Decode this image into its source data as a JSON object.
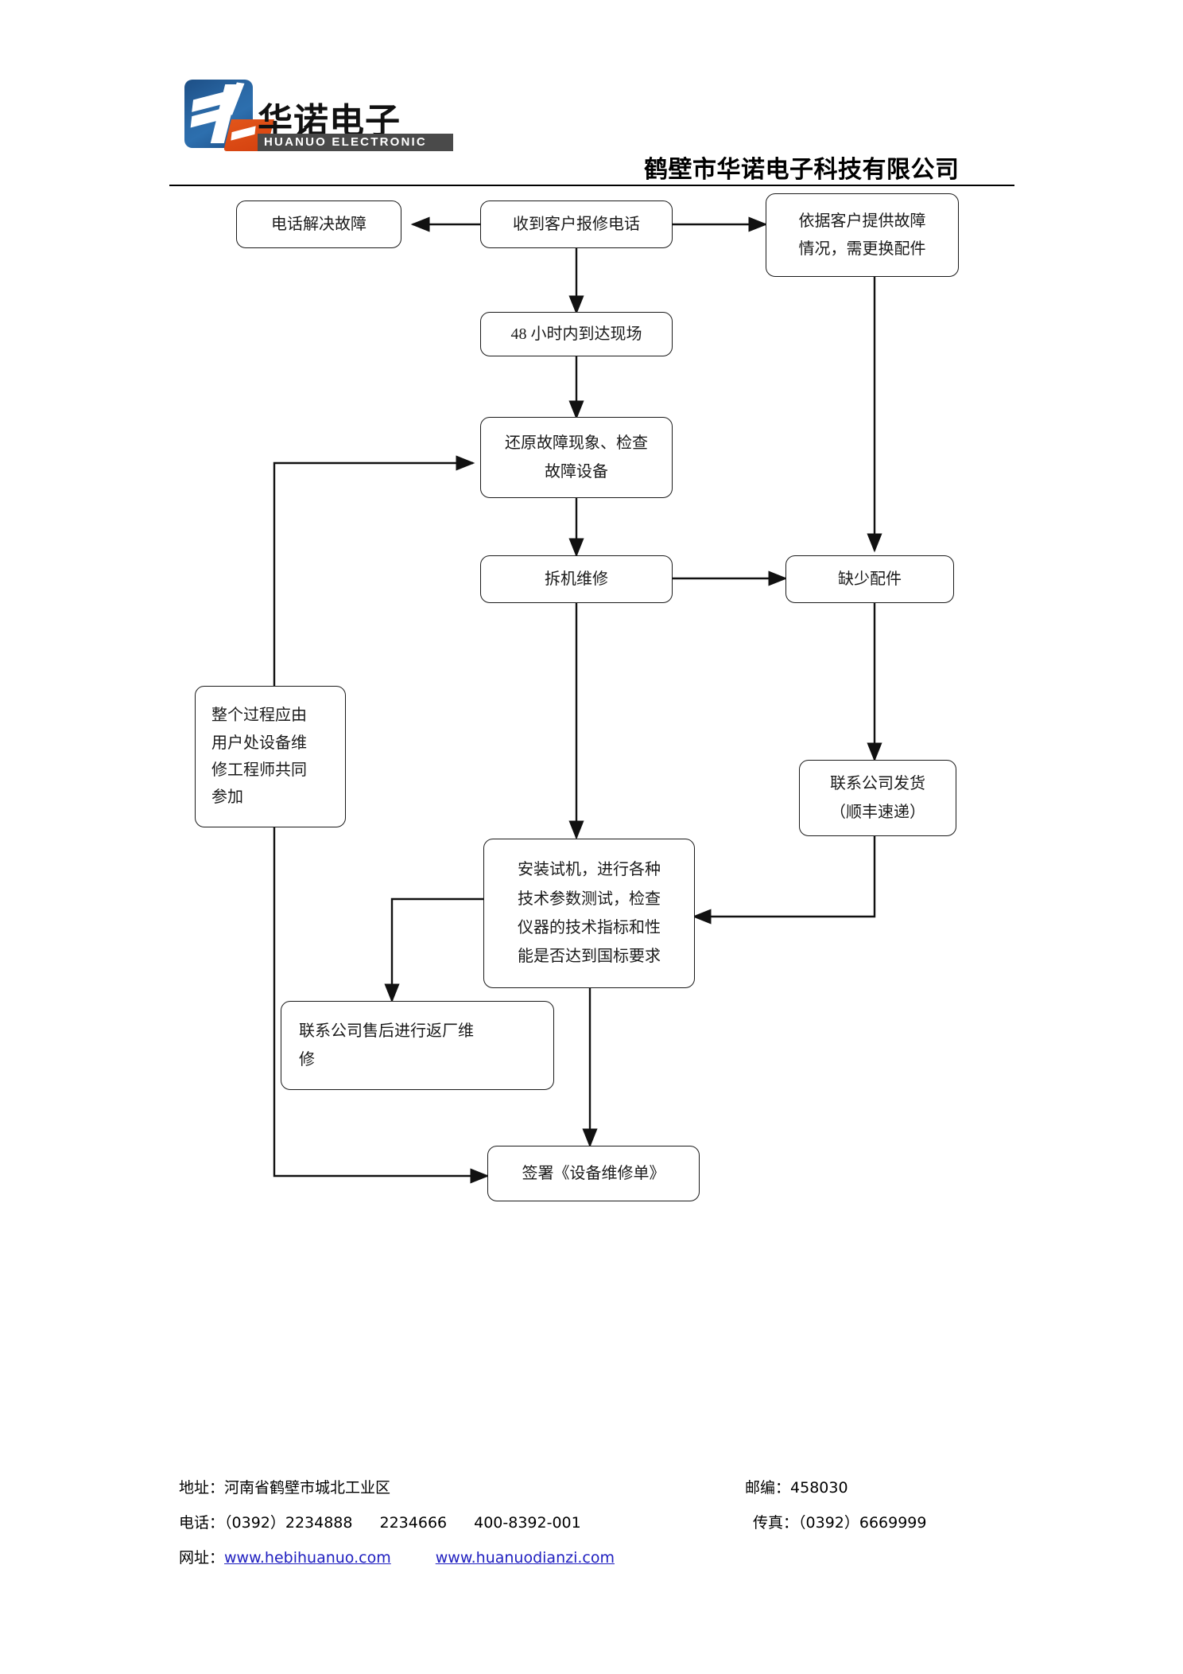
{
  "header": {
    "logo_cn": "华诺电子",
    "logo_en": "HUANUO ELECTRONIC",
    "company_title": "鹤壁市华诺电子科技有限公司"
  },
  "flowchart": {
    "nodes": {
      "phone_fix": "电话解决故障",
      "receive_call": "收到客户报修电话",
      "need_parts": "依据客户提供故障情况，需更换配件",
      "arrive_48h": "48 小时内到达现场",
      "restore_check": "还原故障现象、检查故障设备",
      "disassemble_repair": "拆机维修",
      "missing_parts": "缺少配件",
      "engineer_note": "整个过程应由用户处设备维修工程师共同参加",
      "ship_parts": "联系公司发货（顺丰速递）",
      "install_test": "安装试机，进行各种技术参数测试，检查仪器的技术指标和性能是否达到国标要求",
      "return_factory": "联系公司售后进行返厂维修",
      "sign_order": "签署《设备维修单》"
    },
    "node_lines": {
      "need_parts": [
        "依据客户提供故障",
        "情况，需更换配件"
      ],
      "restore_check": [
        "还原故障现象、检查",
        "故障设备"
      ],
      "engineer_note": [
        "整个过程应由",
        "用户处设备维",
        "修工程师共同",
        "参加"
      ],
      "ship_parts": [
        "联系公司发货",
        "（顺丰速递）"
      ],
      "install_test": [
        "安装试机，进行各种",
        "技术参数测试，检查",
        "仪器的技术指标和性",
        "能是否达到国标要求"
      ],
      "return_factory": [
        "联系公司售后进行返厂维",
        "修"
      ]
    }
  },
  "footer": {
    "address_label": "地址：",
    "address_value": "河南省鹤壁市城北工业区",
    "postcode_label": "邮编：",
    "postcode_value": "458030",
    "phone_label": "电话：",
    "phone_value_1": "（0392）2234888",
    "phone_value_2": "2234666",
    "phone_value_3": "400-8392-001",
    "fax_label": "传真：",
    "fax_value": "（0392）6669999",
    "website_label": "网址：",
    "website_1": "www.hebihuanuo.com",
    "website_2": "www.huanuodianzi.com"
  },
  "colors": {
    "link": "#2020c0",
    "logo_blue": "#1d4f86",
    "logo_orange": "#d4410f",
    "line": "#1a1a1a"
  }
}
